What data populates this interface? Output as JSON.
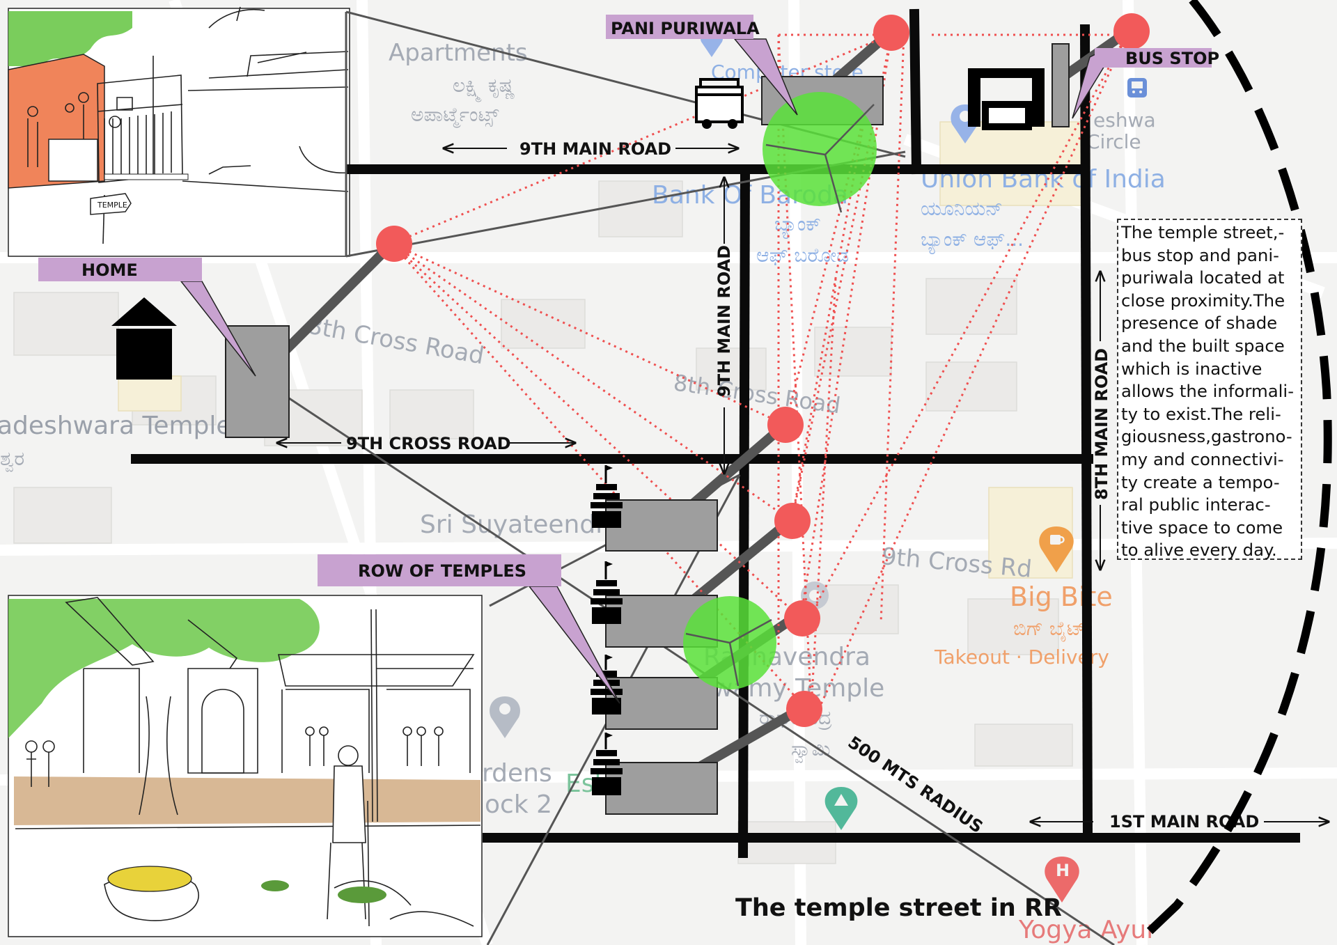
{
  "map": {
    "title": "The temple street in RR",
    "radius_label": "500 MTS RADIUS",
    "roads": {
      "ninth_main_top": "9TH MAIN ROAD",
      "ninth_main_vertical": "9TH MAIN ROAD",
      "ninth_cross": "9TH CROSS ROAD",
      "eighth_main": "8TH MAIN ROAD",
      "first_main": "1ST MAIN ROAD"
    },
    "callouts": {
      "pani_puriwala": "PANI PURIWALA",
      "bus_stop": "BUS STOP",
      "home": "HOME",
      "row_of_temples": "ROW OF TEMPLES"
    },
    "base_labels": {
      "apartments": "Apartments",
      "apartments_kn1": "ಲಕ್ಷ್ಮಿ ಕೃಷ್ಣ",
      "apartments_kn2": "ಅಪಾರ್ಟ್ಮೆಂಟ್ಸ್",
      "computer_store": "Computer store",
      "bank_of_baroda": "Bank Of Baroda",
      "bank_kn1": "ಬ್ಯಾಂಕ್",
      "bank_kn2": "ಆಫ್ ಬರೋಡ",
      "union_bank": "Union Bank of India",
      "union_kn1": "ಯೂನಿಯನ್",
      "union_kn2": "ಬ್ಯಾಂಕ್ ಆಫ್...",
      "circle": "Circle",
      "eshwa": "eshwa",
      "eighth_cross": "8th Cross Road",
      "eighth_cross_2": "8th Cross Road",
      "temple_left": "adeshwara Temple",
      "temple_left_kn": "ಶ್ವರ",
      "sri_suyateendra": "Sri Suyateendr",
      "ninth_cross_rd": "9th Cross Rd",
      "big_bite": "Big Bite",
      "big_bite_kn": "ಬಿಗ್ ಬೈಟ್",
      "takeout": "Takeout · Delivery",
      "raghavendra": "Raghavendra",
      "raghavendra2": "Swamy Temple",
      "raghavendra_kn": "ರಾಘವೇಂದ್ರ",
      "raghavendra_kn2": "ಸ್ವಾಮಿ",
      "gardens": "rdens",
      "block2": "ock 2",
      "estore": "Estore.com",
      "yogya": "Yogya Ayur"
    },
    "sketch_labels": {
      "temple_sign": "TEMPLE"
    }
  },
  "note": {
    "lines": [
      "The temple street,-",
      "bus stop and pani-",
      "puriwala located at",
      "close proximity.The",
      "presence of shade",
      "and the built space",
      "which is inactive",
      "allows the informali-",
      "ty to exist.The reli-",
      "giousness,gastrono-",
      "my and connectivi-",
      "ty create a tempo-",
      "ral public interac-",
      "tive space to come",
      "to alive every day."
    ]
  },
  "colors": {
    "callout_fill": "#c8a2d0",
    "activity_node": "#f25a5a",
    "shade_circle": "#59e03a",
    "sketch_orange": "#f0845a",
    "sketch_green": "#6cc84a",
    "sketch_ground": "#d8b895",
    "sketch_yellow": "#e8d23a"
  },
  "icons": [
    "house-icon",
    "temple-tower-icon",
    "food-cart-icon",
    "bus-shelter-icon",
    "bus-icon",
    "map-pin-icon",
    "cafe-icon",
    "hospital-icon",
    "store-icon"
  ]
}
